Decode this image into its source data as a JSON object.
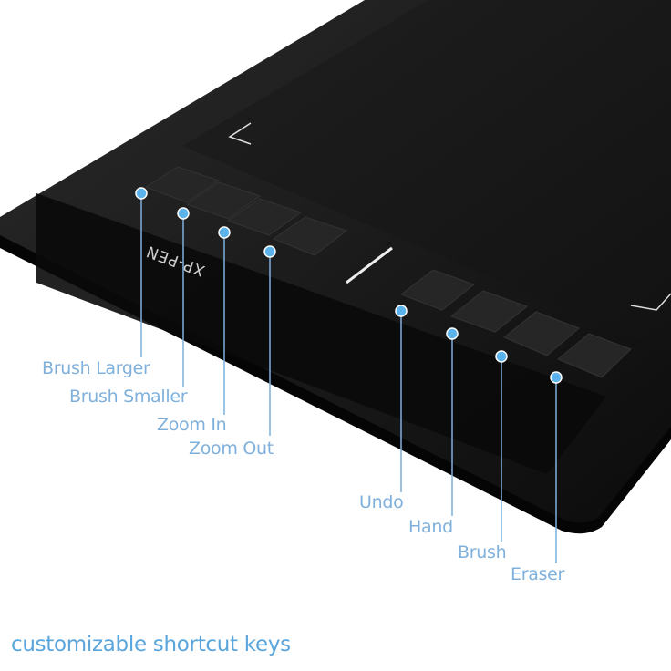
{
  "brand_logo": "XP-PEN",
  "colors": {
    "label": "#7fb0dc",
    "dot": "#5cb3ec",
    "caption": "#5aa6dc",
    "tablet": "#141414"
  },
  "callouts": [
    {
      "label": "Brush Larger"
    },
    {
      "label": "Brush Smaller"
    },
    {
      "label": "Zoom In"
    },
    {
      "label": "Zoom Out"
    },
    {
      "label": "Undo"
    },
    {
      "label": "Hand"
    },
    {
      "label": "Brush"
    },
    {
      "label": "Eraser"
    }
  ],
  "caption": "customizable shortcut keys"
}
